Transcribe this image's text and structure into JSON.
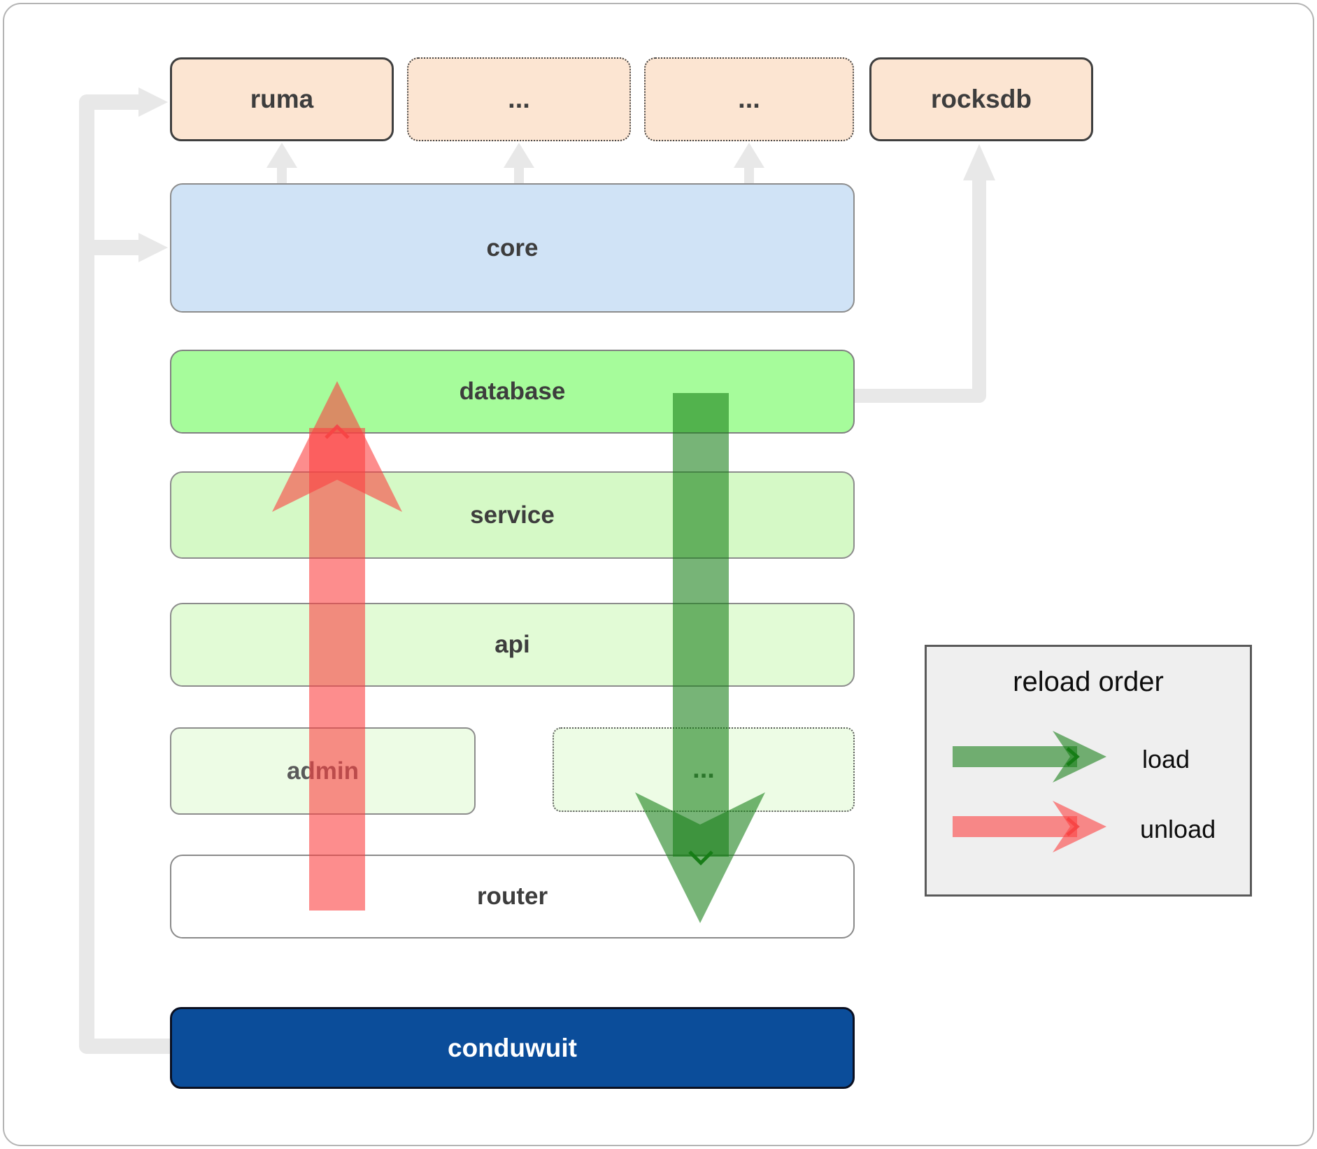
{
  "diagram": {
    "top_row": {
      "ruma": "ruma",
      "ellipsis1": "...",
      "ellipsis2": "...",
      "rocksdb": "rocksdb"
    },
    "layers": {
      "core": "core",
      "database": "database",
      "service": "service",
      "api": "api",
      "admin": "admin",
      "ellipsis3": "...",
      "router": "router"
    },
    "app": "conduwuit"
  },
  "legend": {
    "title": "reload order",
    "load_label": "load",
    "unload_label": "unload"
  },
  "colors": {
    "load_arrow_green": "#147d14",
    "unload_arrow_red": "#fb4141",
    "connector_gray": "#e8e8e8",
    "module_peach": "#fce5d2",
    "core_blue": "#d0e3f6",
    "database_green": "#a6fc9b",
    "service_green": "#d5f9c6",
    "api_green": "#e2fbd6",
    "admin_green": "#edfce5",
    "conduwuit_blue": "#0b4d9a",
    "legend_bg": "#efefef"
  }
}
